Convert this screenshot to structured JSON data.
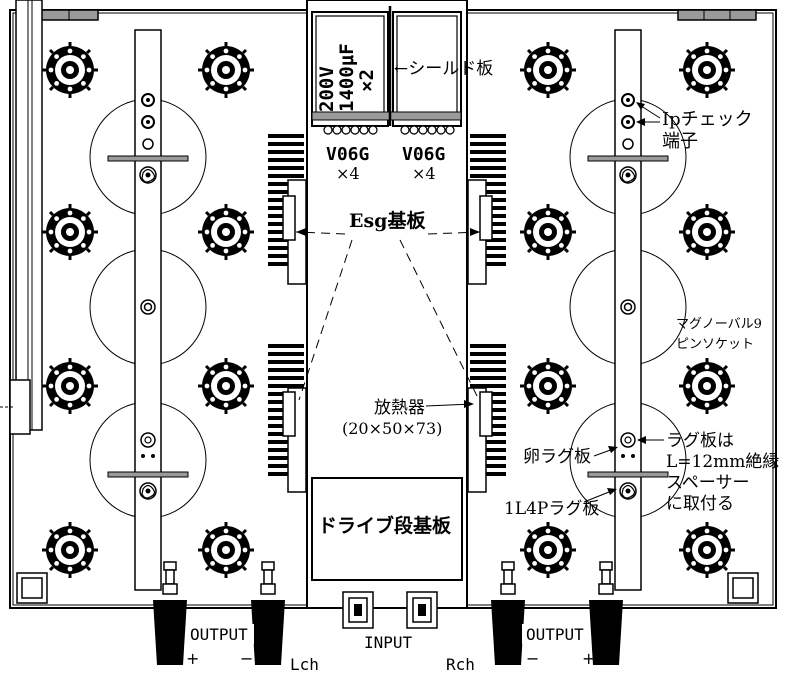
{
  "labels": {
    "cap_voltage": "200V",
    "cap_value": "1400μF",
    "cap_mult": "×2",
    "shield_plate": "←シールド板",
    "v06g": "V06G",
    "times4": "×4",
    "esg_board": "Esg基板",
    "ip_check_1": "Ipチェック",
    "ip_check_2": "端子",
    "magnoval_1": "マグノーバル9",
    "magnoval_2": "ピンソケット",
    "heatsink": "放熱器",
    "heatsink_dims": "(20×50×73)",
    "egg_lug": "卵ラグ板",
    "lug_note_1": "ラグ板は",
    "lug_note_2": "L=12mm絶縁",
    "lug_note_3": "スペーサー",
    "lug_note_4": "に取付る",
    "lug_1l4p": "1L4Pラグ板",
    "drive_board": "ドライブ段基板",
    "output": "OUTPUT",
    "input": "INPUT",
    "lch": "Lch",
    "rch": "Rch",
    "plus": "+",
    "minus": "−"
  },
  "colors": {
    "line": "#000000",
    "fill": "#ffffff",
    "shade": "#9a9a9a",
    "socket": "#000000"
  },
  "icons": {
    "socket": "tube-socket-icon",
    "terminal": "binding-post-icon",
    "rca": "rca-jack-icon"
  }
}
